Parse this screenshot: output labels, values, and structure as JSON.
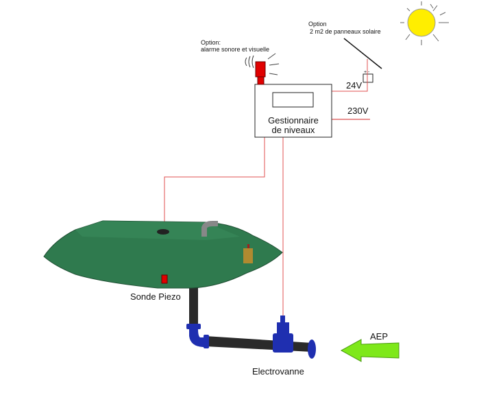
{
  "labels": {
    "alarm_option_title": "Option:",
    "alarm_option_desc": "alarme sonore et visuelle",
    "solar_option_title": "Option",
    "solar_option_desc": "2 m2 de panneaux solaire",
    "battery_polarity": "+ -",
    "voltage_24": "24V",
    "voltage_230": "230V",
    "controller_line1": "Gestionnaire",
    "controller_line2": "de niveaux",
    "sensor": "Sonde Piezo",
    "valve": "Electrovanne",
    "inlet": "AEP"
  },
  "colors": {
    "wire": "#e05050",
    "alarm": "#e00000",
    "sun": "#ffee00",
    "tank": "#2f7a4e",
    "pipe": "#2a2a2a",
    "fitting": "#1f2fb0",
    "arrow": "#7ee81a"
  }
}
